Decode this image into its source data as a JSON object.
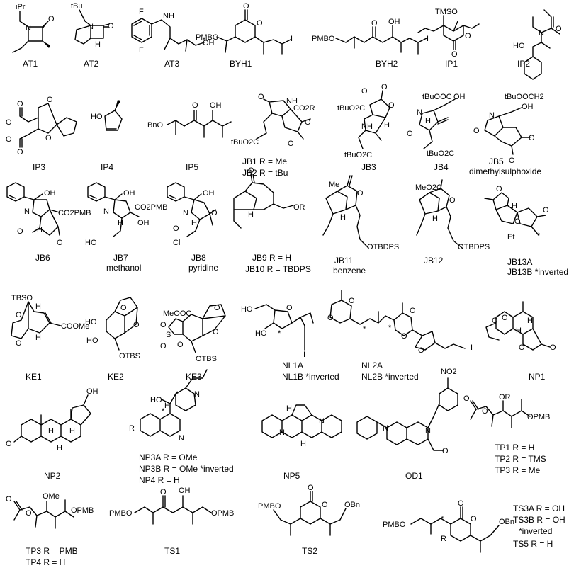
{
  "compounds": [
    {
      "id": "AT1",
      "labels": [
        "AT1"
      ],
      "atoms": [
        "iPr",
        "N",
        "O"
      ]
    },
    {
      "id": "AT2",
      "labels": [
        "AT2"
      ],
      "atoms": [
        "tBu",
        "N",
        "O",
        "H"
      ]
    },
    {
      "id": "AT3",
      "labels": [
        "AT3"
      ],
      "atoms": [
        "F",
        "F",
        "NH",
        "OH"
      ]
    },
    {
      "id": "BYH1",
      "labels": [
        "BYH1"
      ],
      "atoms": [
        "O",
        "O",
        "PMBO",
        "I"
      ]
    },
    {
      "id": "BYH2",
      "labels": [
        "BYH2"
      ],
      "atoms": [
        "PMBO",
        "O",
        "OH",
        "I"
      ]
    },
    {
      "id": "IP1",
      "labels": [
        "IP1"
      ],
      "atoms": [
        "TMSO",
        "O",
        "O"
      ]
    },
    {
      "id": "IP2",
      "labels": [
        "IP2"
      ],
      "atoms": [
        "O",
        "N",
        "HO"
      ]
    },
    {
      "id": "IP3",
      "labels": [
        "IP3"
      ],
      "atoms": [
        "O",
        "O",
        "O",
        "O",
        "O",
        "O"
      ]
    },
    {
      "id": "IP4",
      "labels": [
        "IP4"
      ],
      "atoms": [
        "HO"
      ]
    },
    {
      "id": "IP5",
      "labels": [
        "IP5"
      ],
      "atoms": [
        "BnO",
        "O",
        "OH"
      ]
    },
    {
      "id": "JB1",
      "labels": [
        "JB1 R = Me",
        "JB2 R = tBu"
      ],
      "atoms": [
        "O",
        "NH",
        "CO2R",
        "tBuO2C",
        "O",
        "O"
      ]
    },
    {
      "id": "JB3",
      "labels": [
        "JB3"
      ],
      "atoms": [
        "O",
        "NH",
        "tBuO2C",
        "tBuO2C",
        "O",
        "O",
        "H"
      ]
    },
    {
      "id": "JB4",
      "labels": [
        "JB4"
      ],
      "atoms": [
        "tBuOOC",
        "OH",
        "N",
        "O",
        "tBuO2C",
        "H"
      ]
    },
    {
      "id": "JB5",
      "labels": [
        "JB5",
        "dimethylsulphoxide"
      ],
      "atoms": [
        "tBuOOCH2",
        "OH",
        "N",
        "O",
        "O",
        "O"
      ]
    },
    {
      "id": "JB6",
      "labels": [
        "JB6"
      ],
      "atoms": [
        "OH",
        "N",
        "CO2PMB",
        "O",
        "O",
        "H"
      ]
    },
    {
      "id": "JB7",
      "labels": [
        "JB7",
        "methanol"
      ],
      "atoms": [
        "OH",
        "N",
        "CO2PMB",
        "OH",
        "HO",
        "H"
      ]
    },
    {
      "id": "JB8",
      "labels": [
        "JB8",
        "pyridine"
      ],
      "atoms": [
        "OH",
        "N",
        "O",
        "O",
        "Cl",
        "H"
      ]
    },
    {
      "id": "JB9",
      "labels": [
        "JB9 R = H",
        "JB10 R = TBDPS"
      ],
      "atoms": [
        "O",
        "OR",
        "H"
      ]
    },
    {
      "id": "JB11",
      "labels": [
        "JB11",
        "benzene"
      ],
      "atoms": [
        "Me",
        "O",
        "H",
        "OTBDPS"
      ]
    },
    {
      "id": "JB12",
      "labels": [
        "JB12"
      ],
      "atoms": [
        "MeO2C",
        "O",
        "H",
        "OTBDPS"
      ]
    },
    {
      "id": "JB13",
      "labels": [
        "JB13A",
        "JB13B *inverted"
      ],
      "atoms": [
        "O",
        "O",
        "O",
        "H",
        "Et",
        "*"
      ]
    },
    {
      "id": "KE1",
      "labels": [
        "KE1"
      ],
      "atoms": [
        "TBSO",
        "O",
        "O",
        "COOMe",
        "H",
        "H"
      ]
    },
    {
      "id": "KE2",
      "labels": [
        "KE2"
      ],
      "atoms": [
        "HO",
        "HO",
        "O",
        "O",
        "OTBS"
      ]
    },
    {
      "id": "KE3",
      "labels": [
        "KE3"
      ],
      "atoms": [
        "MeOOC",
        "O",
        "S",
        "O",
        "O",
        "O",
        "O",
        "OTBS"
      ]
    },
    {
      "id": "NL1",
      "labels": [
        "NL1A",
        "NL1B *inverted"
      ],
      "atoms": [
        "HO",
        "O",
        "HO",
        "I",
        "*"
      ]
    },
    {
      "id": "NL2",
      "labels": [
        "NL2A",
        "NL2B *inverted"
      ],
      "atoms": [
        "O",
        "O",
        "O",
        "O",
        "O",
        "I",
        "*",
        "*"
      ]
    },
    {
      "id": "NP1",
      "labels": [
        "NP1"
      ],
      "atoms": [
        "O",
        "O",
        "O",
        "O",
        "H",
        "H"
      ]
    },
    {
      "id": "NP2",
      "labels": [
        "NP2"
      ],
      "atoms": [
        "OH",
        "H",
        "H",
        "H",
        "O"
      ]
    },
    {
      "id": "NP3",
      "labels": [
        "NP3A R = OMe",
        "NP3B R = OMe *inverted",
        "NP4 R = H"
      ],
      "atoms": [
        "HO",
        "H",
        "N",
        "R",
        "N",
        "*",
        "*"
      ]
    },
    {
      "id": "NP5",
      "labels": [
        "NP5"
      ],
      "atoms": [
        "N",
        "N",
        "H",
        "H"
      ]
    },
    {
      "id": "OD1",
      "labels": [
        "OD1"
      ],
      "atoms": [
        "NO2",
        "N",
        "N",
        "O"
      ]
    },
    {
      "id": "TP1",
      "labels": [
        "TP1 R = H",
        "TP2 R = TMS",
        "TP3 R = Me"
      ],
      "atoms": [
        "O",
        "O",
        "OR",
        "OPMB"
      ]
    },
    {
      "id": "TP3",
      "labels": [
        "TP3 R = PMB",
        "TP4 R = H"
      ],
      "atoms": [
        "O",
        "O",
        "OMe",
        "OPMB"
      ]
    },
    {
      "id": "TS1",
      "labels": [
        "TS1"
      ],
      "atoms": [
        "OH",
        "PMBO",
        "O",
        "OPMB"
      ]
    },
    {
      "id": "TS2",
      "labels": [
        "TS2"
      ],
      "atoms": [
        "O",
        "O",
        "PMBO",
        "OBn"
      ]
    },
    {
      "id": "TS3",
      "labels": [
        "TS3A R = OH",
        "TS3B R = OH",
        "*inverted",
        "TS5 R = H"
      ],
      "atoms": [
        "O",
        "O",
        "PMBO",
        "R",
        "OBn",
        "*"
      ]
    }
  ]
}
